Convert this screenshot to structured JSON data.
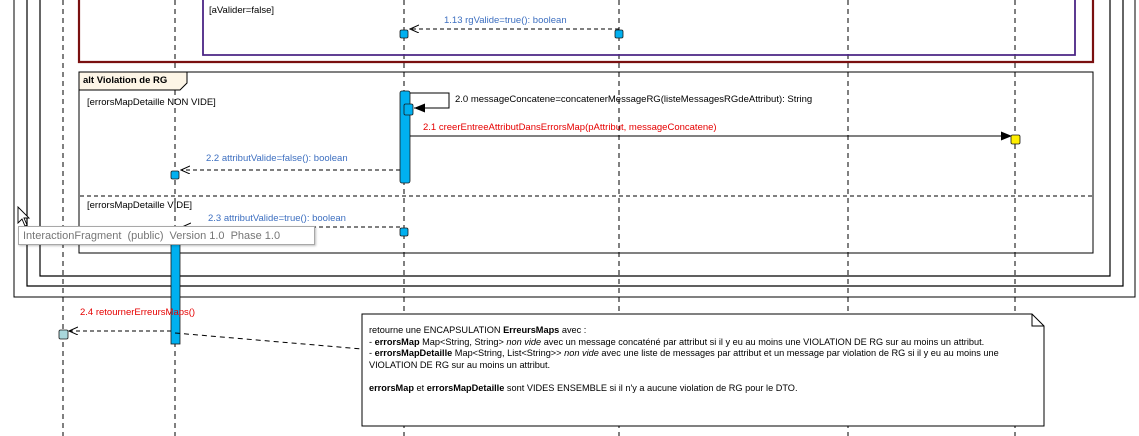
{
  "guards": {
    "a_valider_false": "[aValider=false]",
    "errors_non_vide": "[errorsMapDetaille NON VIDE]",
    "errors_vide": "[errorsMapDetaille VIDE]"
  },
  "alt_frame": {
    "title": "alt Violation de RG"
  },
  "messages": {
    "m1_13": "1.13  rgValide=true(): boolean",
    "m2_0": "2.0  messageConcatene=concatenerMessageRG(listeMessagesRGdeAttribut): String",
    "m2_1": "2.1 creerEntreeAttributDansErrorsMap(pAttribut, messageConcatene)",
    "m2_2": "2.2  attributValide=false(): boolean",
    "m2_3": "2.3  attributValide=true(): boolean",
    "m2_4": "2.4 retournerErreursMaps()"
  },
  "tooltip": {
    "name": "InteractionFragment",
    "visibility": "(public)",
    "version": "Version 1.0",
    "phase": "Phase 1.0"
  },
  "note": {
    "intro_plain": "retourne une ENCAPSULATION ",
    "intro_bold": "ErreursMaps",
    "intro_end": " avec :",
    "line1_dash": "- ",
    "line1_bold": "errorsMap",
    "line1_type": " Map<String, String> ",
    "line1_ital": "non vide",
    "line1_rest": " avec un message concaténé par attribut si il y eu au moins une VIOLATION DE RG sur au moins un attribut.",
    "line2_dash": "- ",
    "line2_bold": "errorsMapDetaille",
    "line2_type": " Map<String, List<String>> ",
    "line2_ital": "non vide",
    "line2_rest": " avec une liste de messages par attribut et un message par violation de RG si il y eu au moins une VIOLATION DE RG sur au moins un attribut.",
    "summary_b1": "errorsMap",
    "summary_mid": " et  ",
    "summary_b2": "errorsMapDetaille",
    "summary_rest": " sont VIDES ENSEMBLE si il n'y a aucune violation de RG pour le DTO."
  },
  "colors": {
    "activation": "#00b0f0",
    "message_blue": "#3d6fc0",
    "message_red": "#e60000",
    "outer_frame_red": "#7a1010",
    "inner_frame_purple": "#4b2585",
    "endpoint_yellow": "#ffee00",
    "endpoint_teal": "#a9d7dc"
  }
}
